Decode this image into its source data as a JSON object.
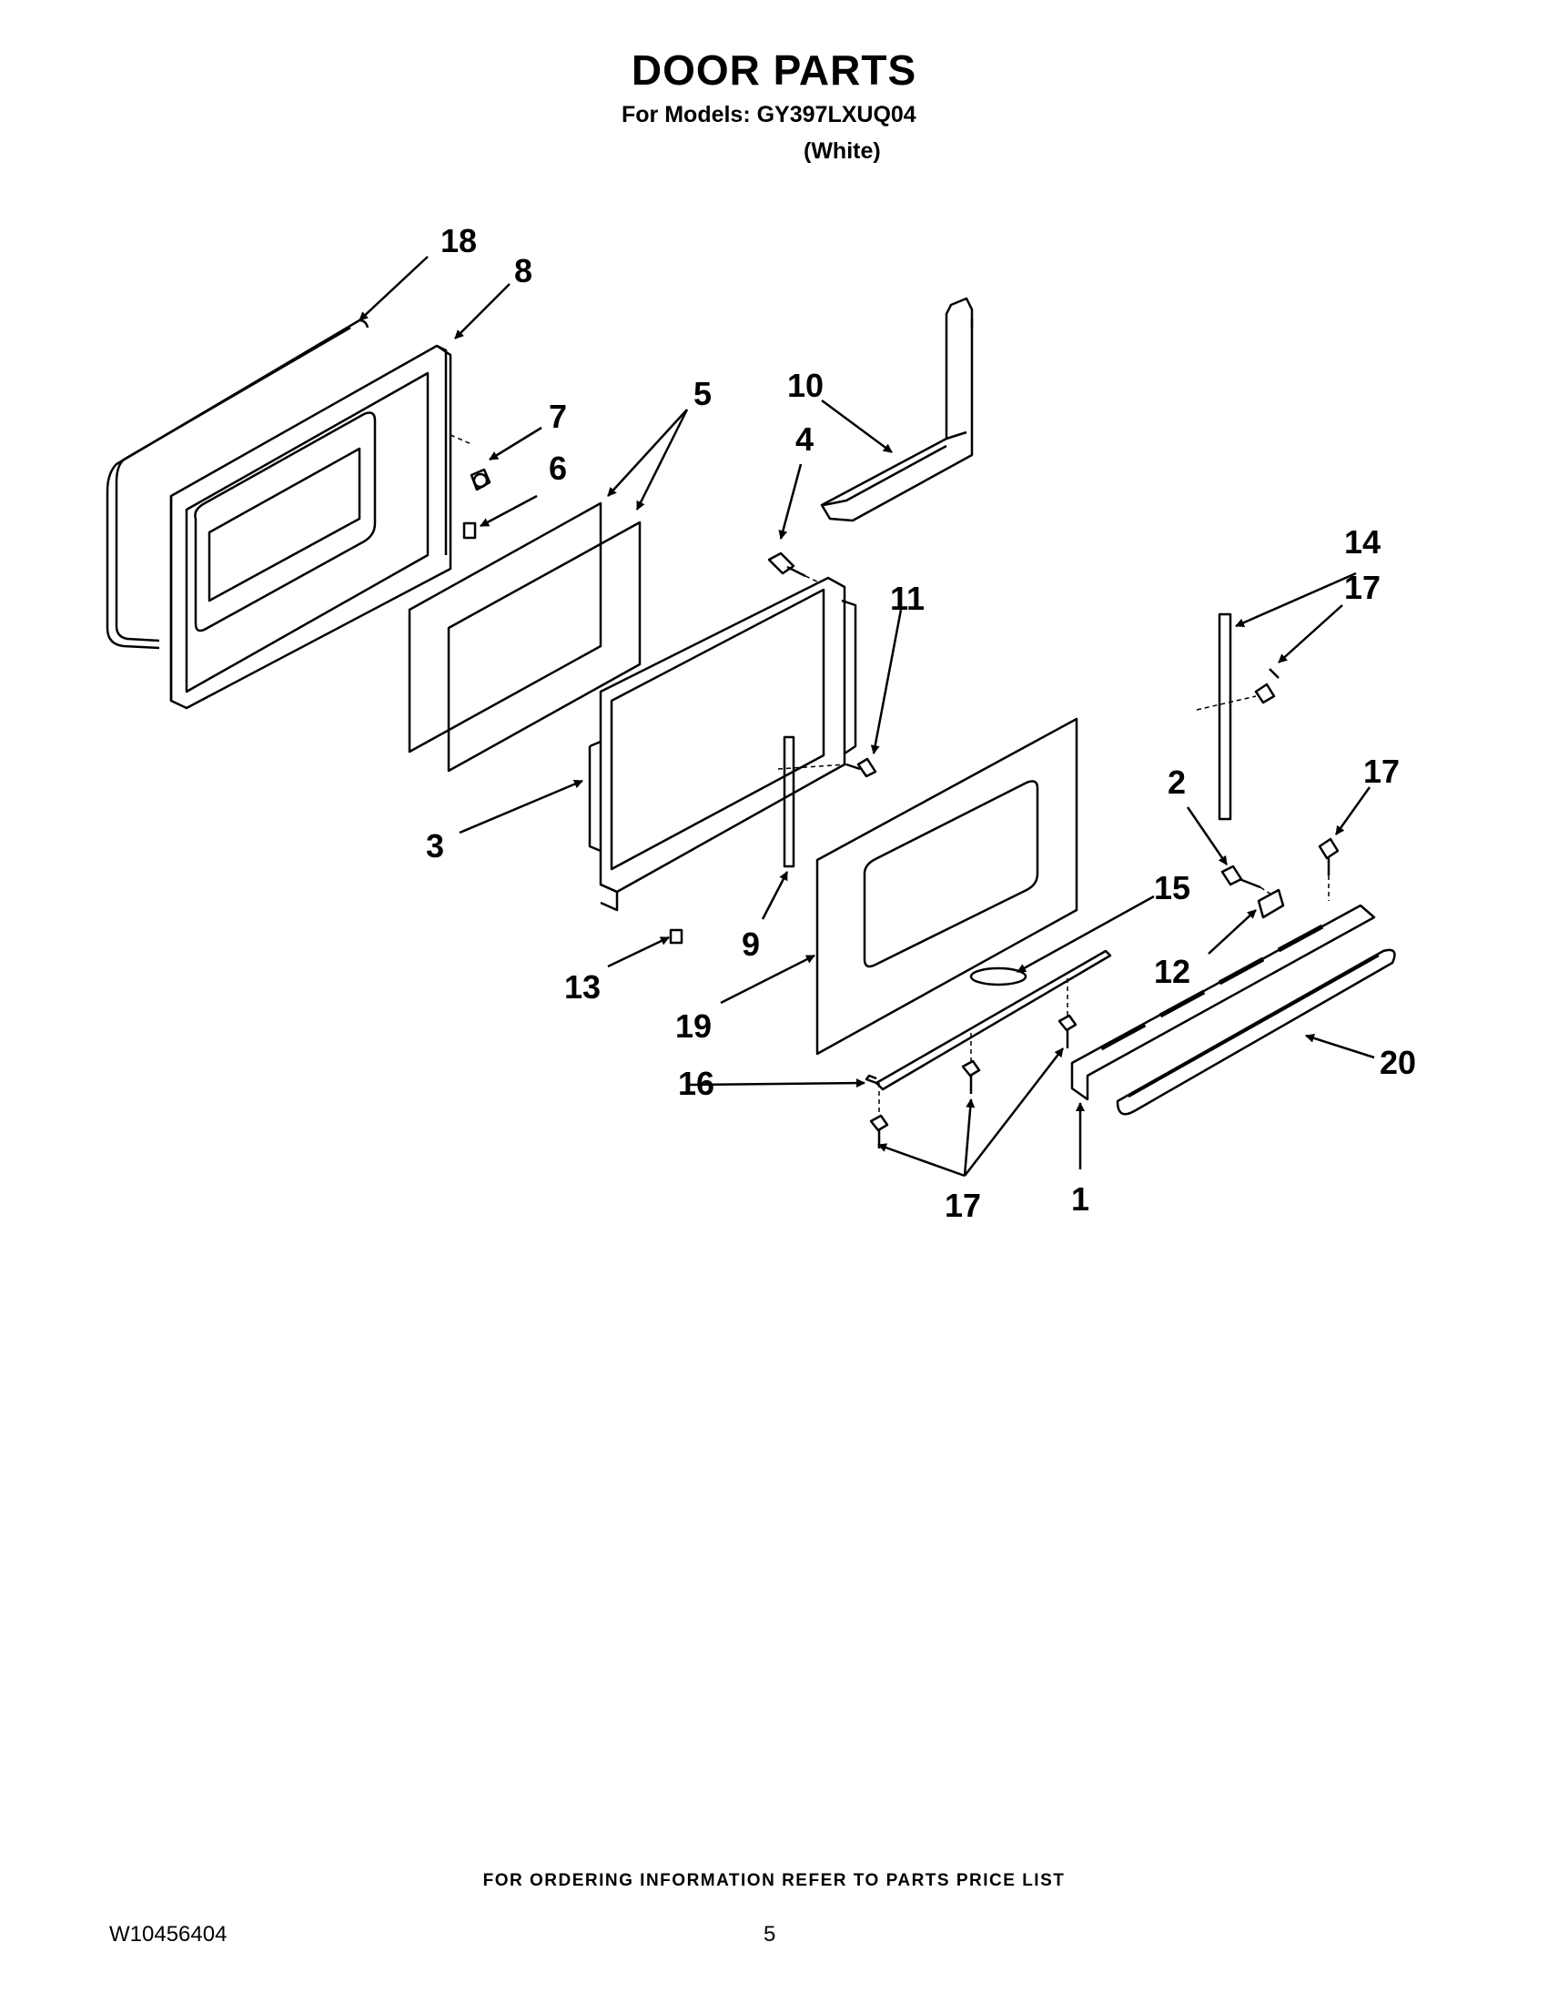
{
  "header": {
    "title": "DOOR PARTS",
    "models": "For Models: GY397LXUQ04",
    "color": "(White)"
  },
  "callouts": [
    "18",
    "8",
    "7",
    "6",
    "5",
    "10",
    "4",
    "14",
    "17",
    "11",
    "17",
    "2",
    "3",
    "15",
    "9",
    "12",
    "13",
    "19",
    "20",
    "16",
    "17",
    "1"
  ],
  "footer": {
    "ordering_note": "FOR ORDERING INFORMATION REFER TO PARTS PRICE LIST",
    "doc_number": "W10456404",
    "page_number": "5"
  }
}
